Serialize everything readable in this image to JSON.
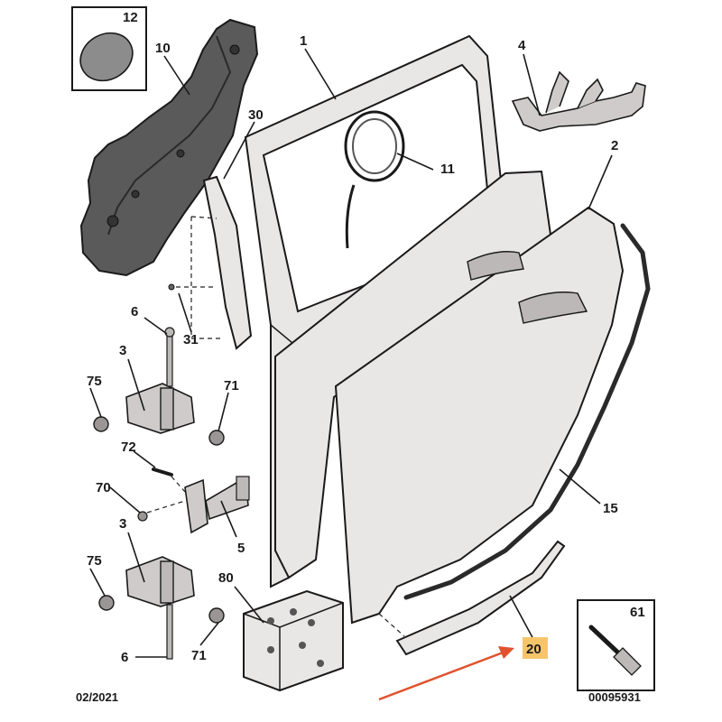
{
  "footer": {
    "date": "02/2021",
    "reference": "00095931"
  },
  "colors": {
    "highlight": "#f6c56a",
    "arrow": "#e0522d",
    "outline": "#1a1a1a",
    "panel": "#e9e6e6"
  },
  "callouts": [
    {
      "id": "1",
      "label": "1"
    },
    {
      "id": "2",
      "label": "2"
    },
    {
      "id": "3a",
      "label": "3"
    },
    {
      "id": "3b",
      "label": "3"
    },
    {
      "id": "4",
      "label": "4"
    },
    {
      "id": "5",
      "label": "5"
    },
    {
      "id": "6a",
      "label": "6"
    },
    {
      "id": "6b",
      "label": "6"
    },
    {
      "id": "10",
      "label": "10"
    },
    {
      "id": "11",
      "label": "11"
    },
    {
      "id": "12",
      "label": "12"
    },
    {
      "id": "15",
      "label": "15"
    },
    {
      "id": "20",
      "label": "20",
      "highlighted": true
    },
    {
      "id": "30",
      "label": "30"
    },
    {
      "id": "31",
      "label": "31"
    },
    {
      "id": "61",
      "label": "61"
    },
    {
      "id": "70",
      "label": "70"
    },
    {
      "id": "71a",
      "label": "71"
    },
    {
      "id": "71b",
      "label": "71"
    },
    {
      "id": "72",
      "label": "72"
    },
    {
      "id": "75a",
      "label": "75"
    },
    {
      "id": "75b",
      "label": "75"
    },
    {
      "id": "80",
      "label": "80"
    }
  ]
}
